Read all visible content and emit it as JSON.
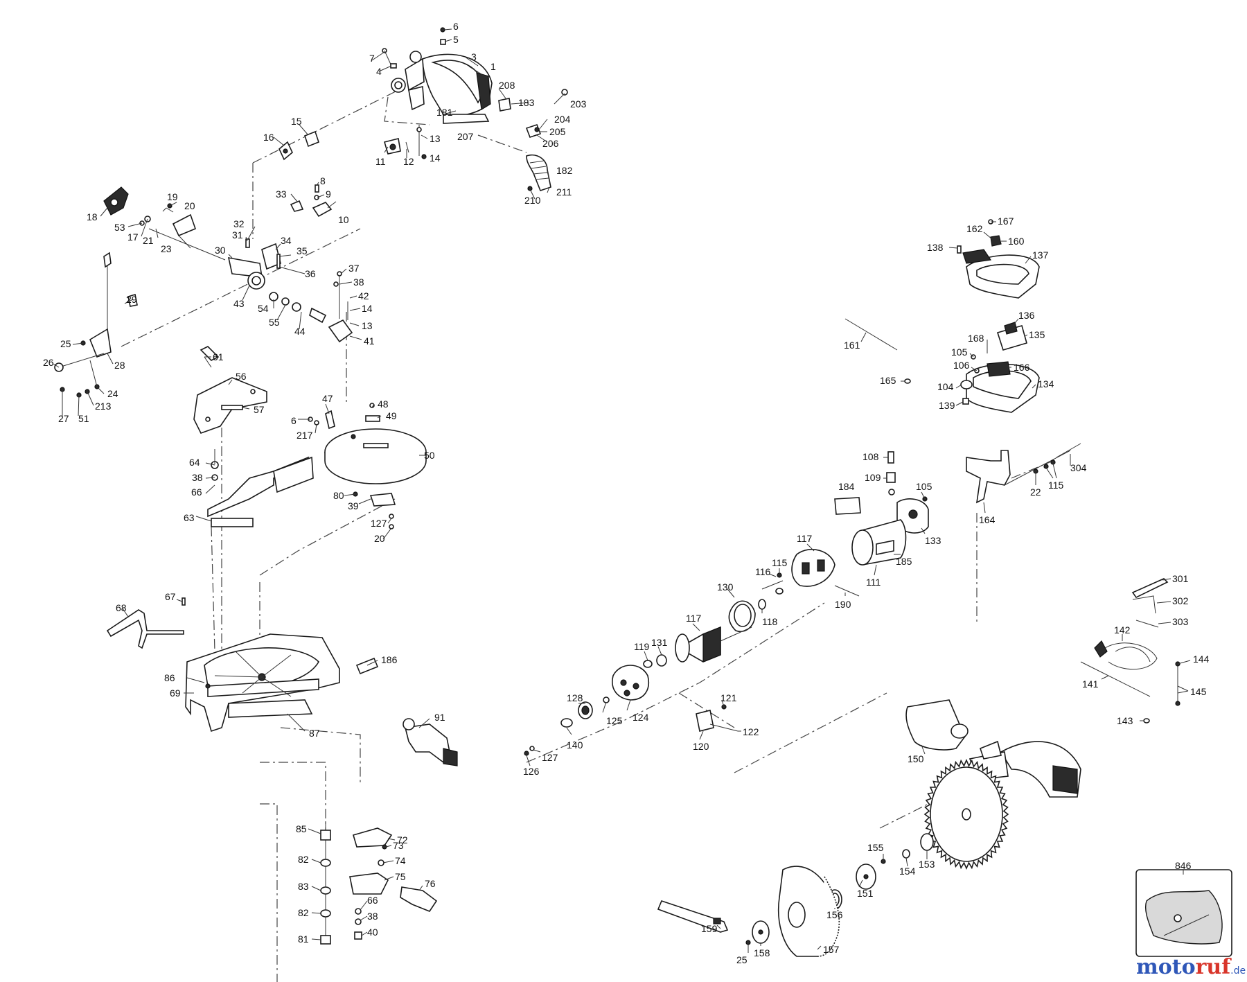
{
  "labels": {
    "l1": "1",
    "l3": "3",
    "l4": "4",
    "l5": "5",
    "l6": "6",
    "l7": "7",
    "l11": "11",
    "l12": "12",
    "l13": "13",
    "l14": "14",
    "l15": "15",
    "l16": "16",
    "l181": "181",
    "l183": "183",
    "l207": "207",
    "l208": "208",
    "l203": "203",
    "l204": "204",
    "l205": "205",
    "l206": "206",
    "l182": "182",
    "l210": "210",
    "l211": "211",
    "l8": "8",
    "l9": "9",
    "l10": "10",
    "l33": "33",
    "l18": "18",
    "l19": "19",
    "l20": "20",
    "l53": "53",
    "l17": "17",
    "l21": "21",
    "l23": "23",
    "l30": "30",
    "l31": "31",
    "l32": "32",
    "l34": "34",
    "l35": "35",
    "l36": "36",
    "l43": "43",
    "l54": "54",
    "l55": "55",
    "l44": "44",
    "l37": "37",
    "l38": "38",
    "l42": "42",
    "l14b": "14",
    "l13b": "13",
    "l41": "41",
    "l29": "29",
    "l25": "25",
    "l26": "26",
    "l28": "28",
    "l24": "24",
    "l213": "213",
    "l27": "27",
    "l51": "51",
    "l61": "61",
    "l56": "56",
    "l57": "57",
    "l47": "47",
    "l6b": "6",
    "l217": "217",
    "l48": "48",
    "l49": "49",
    "l50": "50",
    "l64": "64",
    "l38b": "38",
    "l66": "66",
    "l63": "63",
    "l80": "80",
    "l39": "39",
    "l127": "127",
    "l20b": "20",
    "l67": "67",
    "l68": "68",
    "l186": "186",
    "l86": "86",
    "l69": "69",
    "l87": "87",
    "l91": "91",
    "l72": "72",
    "l85": "85",
    "l82": "82",
    "l83": "83",
    "l82b": "82",
    "l81": "81",
    "l73": "73",
    "l74": "74",
    "l75": "75",
    "l76": "76",
    "l66b": "66",
    "l38c": "38",
    "l40": "40",
    "l167": "167",
    "l162": "162",
    "l160": "160",
    "l138": "138",
    "l137": "137",
    "l161": "161",
    "l136": "136",
    "l135": "135",
    "l168": "168",
    "l105": "105",
    "l106": "106",
    "l166": "166",
    "l165": "165",
    "l104": "104",
    "l134": "134",
    "l139": "139",
    "l164": "164",
    "l22": "22",
    "l115": "115",
    "l304": "304",
    "l108": "108",
    "l109": "109",
    "l184": "184",
    "l105b": "105",
    "l133": "133",
    "l117": "117",
    "l185": "185",
    "l111": "111",
    "l116": "116",
    "l115b": "115",
    "l190": "190",
    "l130": "130",
    "l118": "118",
    "l117b": "117",
    "l119": "119",
    "l131": "131",
    "l128": "128",
    "l125": "125",
    "l124": "124",
    "l140": "140",
    "l127b": "127",
    "l126": "126",
    "l121": "121",
    "l122": "122",
    "l120": "120",
    "l301": "301",
    "l302": "302",
    "l303": "303",
    "l142": "142",
    "l144": "144",
    "l141": "141",
    "l145": "145",
    "l143": "143",
    "l150": "150",
    "l155": "155",
    "l154": "154",
    "l153": "153",
    "l151": "151",
    "l156": "156",
    "l159": "159",
    "l157": "157",
    "l158": "158",
    "l25b": "25",
    "l846": "846"
  },
  "watermark": {
    "main_blue": "moto",
    "main_red": "ruf",
    "suffix": ".de"
  },
  "colors": {
    "line": "#1a1a1a",
    "brand_blue": "#2f57b8",
    "brand_red": "#d8352a"
  }
}
